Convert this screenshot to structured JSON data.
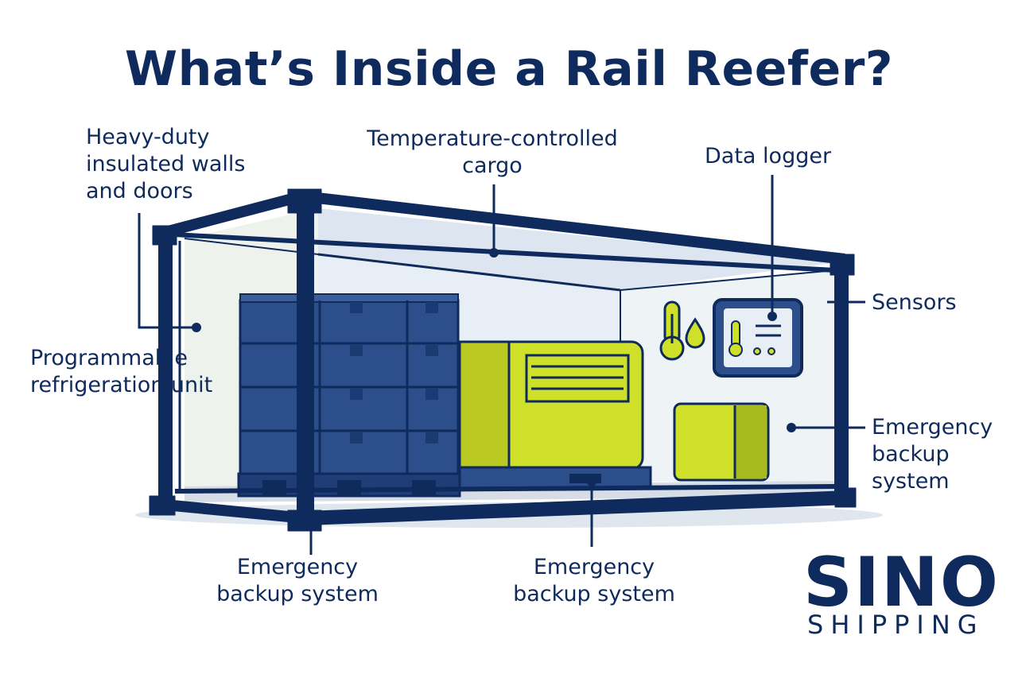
{
  "title": "What’s Inside a Rail Reefer?",
  "labels": {
    "walls": [
      "Heavy-duty",
      "insulated walls",
      "and doors"
    ],
    "cargo": [
      "Temperature-controlled",
      "cargo"
    ],
    "data_logger": [
      "Data logger"
    ],
    "sensors": [
      "Sensors"
    ],
    "refrigeration": [
      "Programmable",
      "refrigeration unit"
    ],
    "backup_right": [
      "Emergency",
      "backup",
      "system"
    ],
    "backup_bottom_left": [
      "Emergency",
      "backup system"
    ],
    "backup_bottom_center": [
      "Emergency",
      "backup system"
    ]
  },
  "logo": {
    "name": "SINO",
    "sub": "SHIPPING"
  },
  "colors": {
    "navy": "#0f2a5c",
    "cargo_blue": "#2c4f8c",
    "lime": "#cfe02a",
    "interior": "#e7edf3"
  }
}
